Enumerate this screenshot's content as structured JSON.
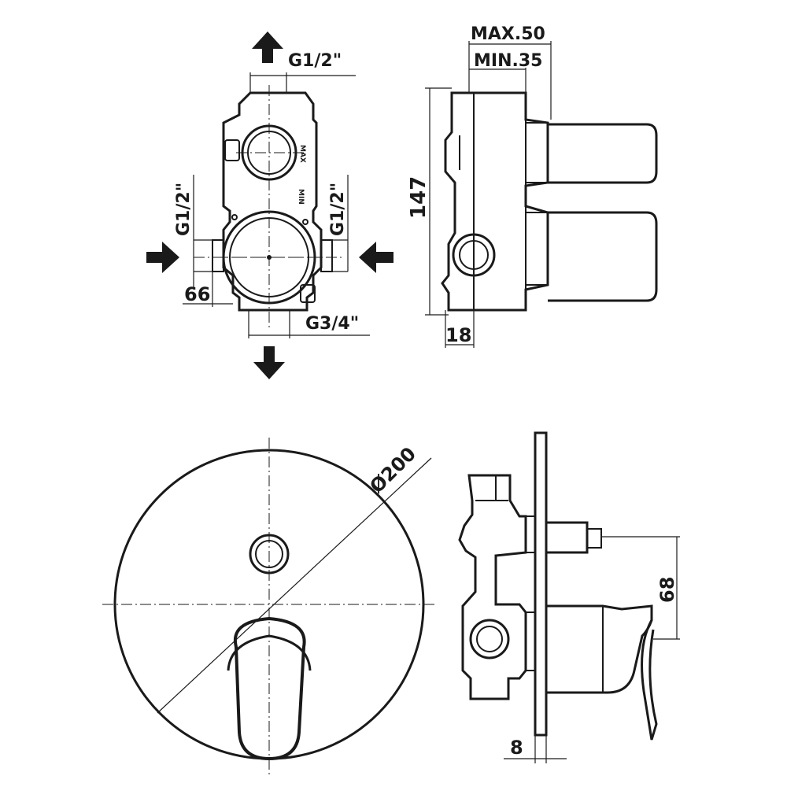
{
  "drawing": {
    "top_inlet": "G1/2\"",
    "left_inlet": "G1/2\"",
    "right_inlet": "G1/2\"",
    "outlet": "G3/4\"",
    "body_width": "66",
    "depth_max": "MAX.50",
    "depth_min": "MIN.35",
    "height": "147",
    "wall_offset": "18",
    "cover_diameter": "Ø200",
    "handle_projection": "68",
    "plate_thickness": "8",
    "mark_max": "MAX",
    "mark_min": "MIN"
  },
  "colors": {
    "line": "#1a1a1a",
    "background": "#ffffff"
  }
}
